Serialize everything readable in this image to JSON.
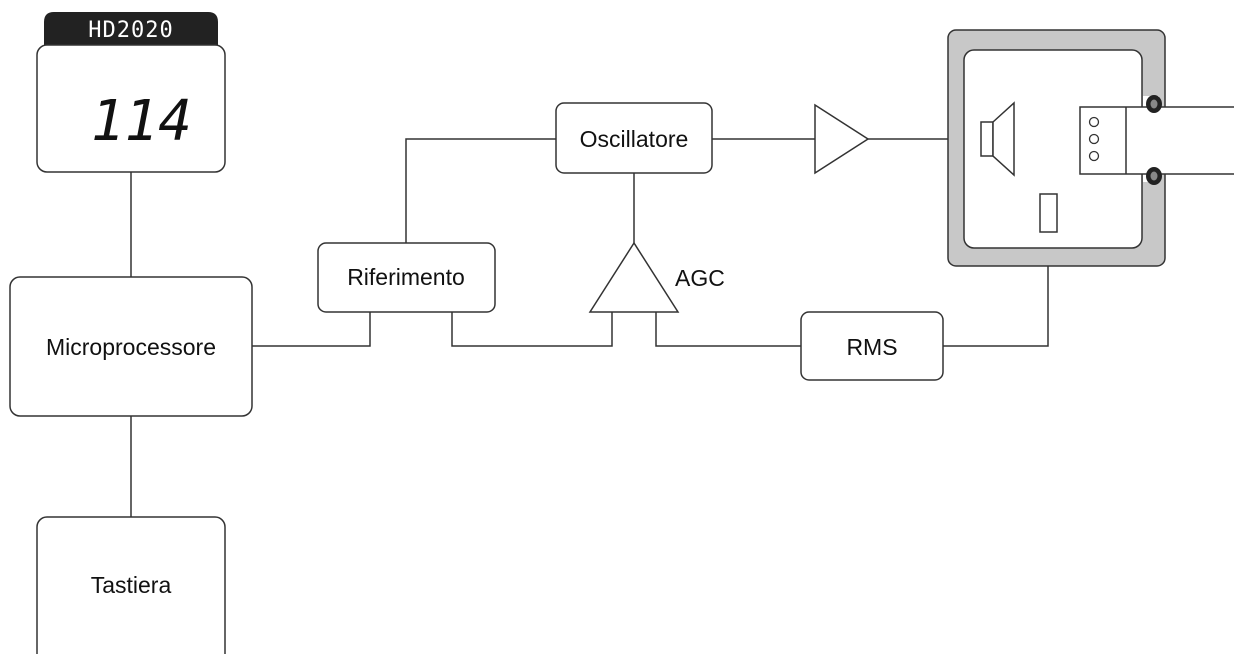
{
  "device": {
    "model_label": "HD2020",
    "display_value": "114"
  },
  "blocks": {
    "microprocessor": "Microprocessore",
    "keyboard": "Tastiera",
    "reference": "Riferimento",
    "oscillator": "Oscillatore",
    "agc": "AGC",
    "rms": "RMS"
  },
  "colors": {
    "line": "#333333",
    "housing": "#c8c8c8",
    "tab": "#222222"
  },
  "icons": [
    "speaker-icon",
    "microphone-icon",
    "amplifier-triangle-icon"
  ]
}
